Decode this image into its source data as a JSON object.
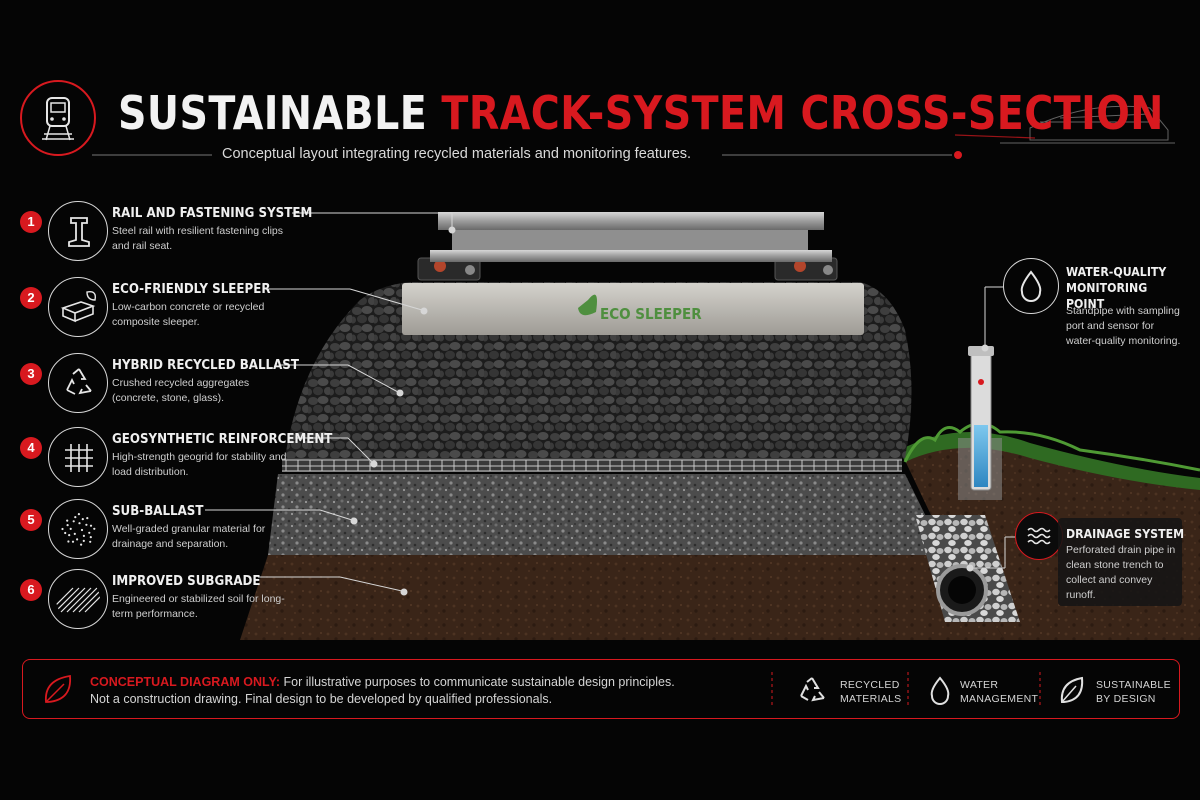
{
  "header": {
    "title_white": "SUSTAINABLE",
    "title_red": "TRACK-SYSTEM CROSS-SECTION",
    "subtitle": "Conceptual layout integrating recycled materials and monitoring features."
  },
  "components": [
    {
      "number": "1",
      "title": "RAIL AND FASTENING SYSTEM",
      "description": "Steel rail with resilient fastening clips and rail seat.",
      "icon": "rail-profile-icon"
    },
    {
      "number": "2",
      "title": "ECO-FRIENDLY SLEEPER",
      "description": "Low-carbon concrete or recycled composite sleeper.",
      "icon": "sleeper-leaf-icon"
    },
    {
      "number": "3",
      "title": "HYBRID RECYCLED BALLAST",
      "description": "Crushed recycled aggregates (concrete, stone, glass).",
      "icon": "recycle-icon"
    },
    {
      "number": "4",
      "title": "GEOSYNTHETIC REINFORCEMENT",
      "description": "High-strength geogrid for stability and load distribution.",
      "icon": "grid-icon"
    },
    {
      "number": "5",
      "title": "SUB-BALLAST",
      "description": "Well-graded granular material for drainage and separation.",
      "icon": "dots-icon"
    },
    {
      "number": "6",
      "title": "IMPROVED SUBGRADE",
      "description": "Engineered or stabilized soil for long-term performance.",
      "icon": "hatch-icon"
    }
  ],
  "sleeper_label": "ECO SLEEPER",
  "water_point": {
    "title_line1": "WATER-QUALITY",
    "title_line2": "MONITORING POINT",
    "description": "Standpipe with sampling port and sensor for water-quality monitoring.",
    "icon": "water-drop-icon"
  },
  "drainage": {
    "title": "DRAINAGE SYSTEM",
    "description": "Perforated drain pipe in clean stone trench to collect and convey runoff.",
    "icon": "waves-icon"
  },
  "footer": {
    "note_label": "CONCEPTUAL DIAGRAM ONLY:",
    "note_text": " For illustrative purposes to communicate sustainable design principles.",
    "note_line2": "Not a construction drawing. Final design to be developed by qualified professionals.",
    "tags": [
      {
        "line1": "RECYCLED",
        "line2": "MATERIALS",
        "icon": "recycle-icon"
      },
      {
        "line1": "WATER",
        "line2": "MANAGEMENT",
        "icon": "water-drop-icon"
      },
      {
        "line1": "SUSTAINABLE",
        "line2": "BY DESIGN",
        "icon": "leaf-icon"
      }
    ]
  },
  "colors": {
    "accent": "#d8191f",
    "background": "#050505",
    "eco_green": "#4f8f3f"
  }
}
